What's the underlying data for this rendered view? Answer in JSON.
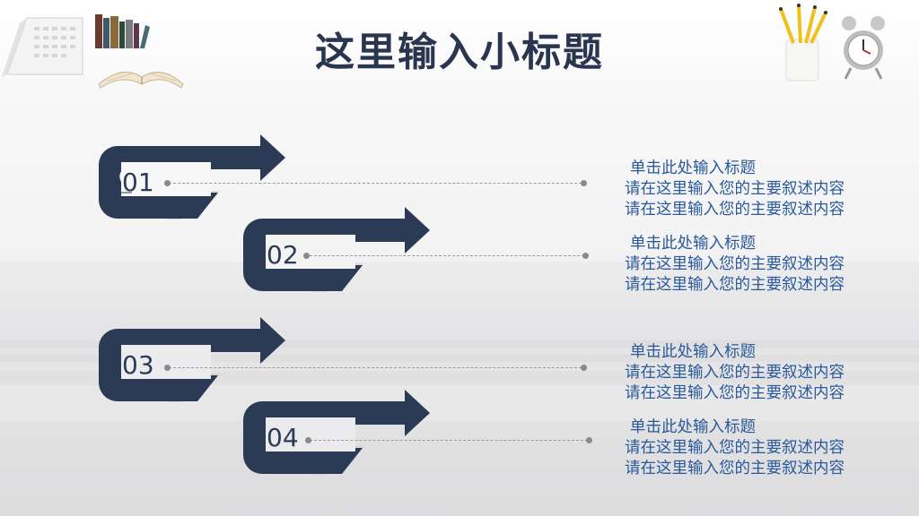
{
  "title": "这里输入小标题",
  "items": [
    {
      "number": "01",
      "heading": "单击此处输入标题",
      "line1": "请在这里输入您的主要叙述内容",
      "line2": "请在这里输入您的主要叙述内容"
    },
    {
      "number": "02",
      "heading": "单击此处输入标题",
      "line1": "请在这里输入您的主要叙述内容",
      "line2": "请在这里输入您的主要叙述内容"
    },
    {
      "number": "03",
      "heading": "单击此处输入标题",
      "line1": "请在这里输入您的主要叙述内容",
      "line2": "请在这里输入您的主要叙述内容"
    },
    {
      "number": "04",
      "heading": "单击此处输入标题",
      "line1": "请在这里输入您的主要叙述内容",
      "line2": "请在这里输入您的主要叙述内容"
    }
  ],
  "colors": {
    "arrow": "#2b3a55",
    "text": "#2a5a9a",
    "title": "#2a3650"
  },
  "icons": [
    "desk-calendar-icon",
    "books-icon",
    "open-book-icon",
    "pencil-cup-icon",
    "alarm-clock-icon"
  ]
}
